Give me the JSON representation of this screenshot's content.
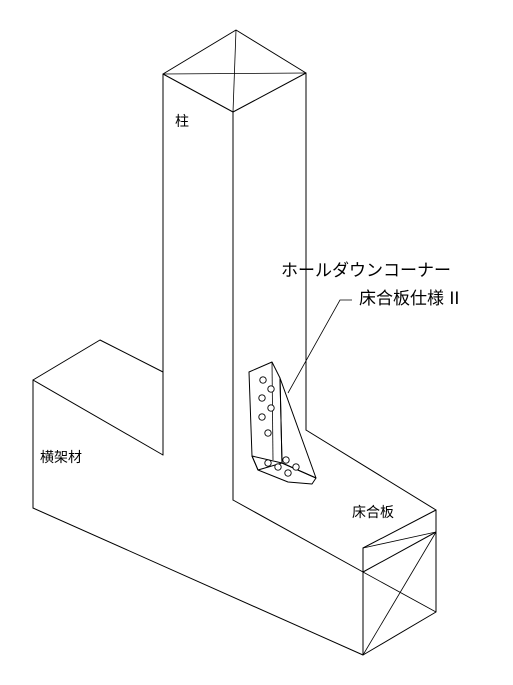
{
  "labels": {
    "column": "柱",
    "beam": "横架材",
    "floor_board": "床合板",
    "product_name": "ホールダウンコーナー",
    "product_spec": "床合板仕様 II"
  },
  "colors": {
    "line": "#000000",
    "background": "#ffffff"
  }
}
